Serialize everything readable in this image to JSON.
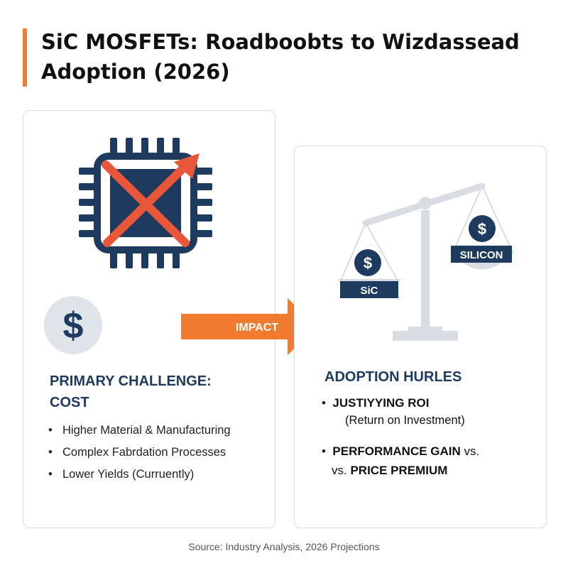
{
  "title": "SiC MOSFETs: Roadboobts to Wizdassead Adoption (2026)",
  "left_panel": {
    "chip_icon": "chip-crossed-out-icon",
    "dollar_icon": "dollar-circle-icon",
    "heading_line1": "PRIMARY CHALLENGE:",
    "heading_line2": "COST",
    "bullets": [
      "Higher Material & Manufacturing",
      "Complex Fabrdation Processes",
      "Lower Yields (Curruently)"
    ]
  },
  "arrow": {
    "label": "IMPACT",
    "icon": "right-arrow-icon"
  },
  "right_panel": {
    "scale_icon": "balance-scale-icon",
    "scale_left_label": "SiC",
    "scale_right_label": "SILICON",
    "scale_symbol": "$",
    "heading": "ADOPTION HURLES",
    "bullet1_main": "JUSTIYYING ROI",
    "bullet1_sub": "(Return on Investment)",
    "bullet2_bold": "PERFORMANCE GAIN",
    "bullet2_suffix": " vs.",
    "bullet2_prefix": "vs. ",
    "bullet2_bold2": "PRICE PREMIUM"
  },
  "caption": "Source: Industry Analysis, 2026 Projections",
  "colors": {
    "accent": "#f07a2d",
    "navy": "#1e3a5f",
    "light_gray": "#d9dde3",
    "red_cross": "#e9573a"
  }
}
